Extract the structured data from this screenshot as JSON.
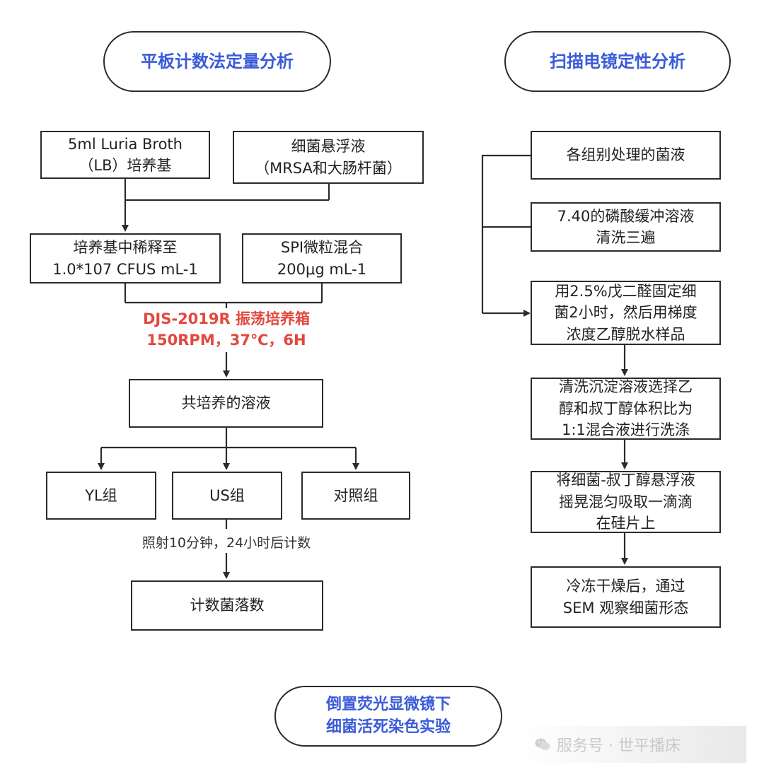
{
  "titles": {
    "plate": "平板计数法定量分析",
    "sem": "扫描电镜定性分析",
    "fluorescence": "倒置荧光显微镜下\n细菌活死染色实验"
  },
  "left": {
    "lb_medium": "5ml Luria Broth\n（LB）培养基",
    "bacteria": "细菌悬浮液\n（MRSA和大肠杆菌）",
    "dilute": "培养基中稀释至\n1.0*107 CFUS mL-1",
    "spi": "SPI微粒混合\n200μg mL-1",
    "incubator": "DJS-2019R 振荡培养箱\n150RPM，37℃，6H",
    "coculture": "共培养的溶液",
    "groups": [
      "YL组",
      "US组",
      "对照组"
    ],
    "irradiate": "照射10分钟，24小时后计数",
    "count": "计数菌落数"
  },
  "right": {
    "steps": [
      "各组别处理的菌液",
      "7.40的磷酸缓冲溶液\n清洗三遍",
      "用2.5%戊二醛固定细\n菌2小时，然后用梯度\n浓度乙醇脱水样品",
      "清洗沉淀溶液选择乙\n醇和叔丁醇体积比为\n1:1混合液进行洗涤",
      "将细菌-叔丁醇悬浮液\n摇晃混匀吸取一滴滴\n在硅片上",
      "冷冻干燥后，通过\nSEM 观察细菌形态"
    ]
  },
  "watermark": {
    "icon": "wechat-icon",
    "text": "服务号 · 世平播床"
  },
  "colors": {
    "title_blue": "#3a5bd9",
    "alert_red": "#e2483d",
    "line": "#2b2b2b"
  }
}
